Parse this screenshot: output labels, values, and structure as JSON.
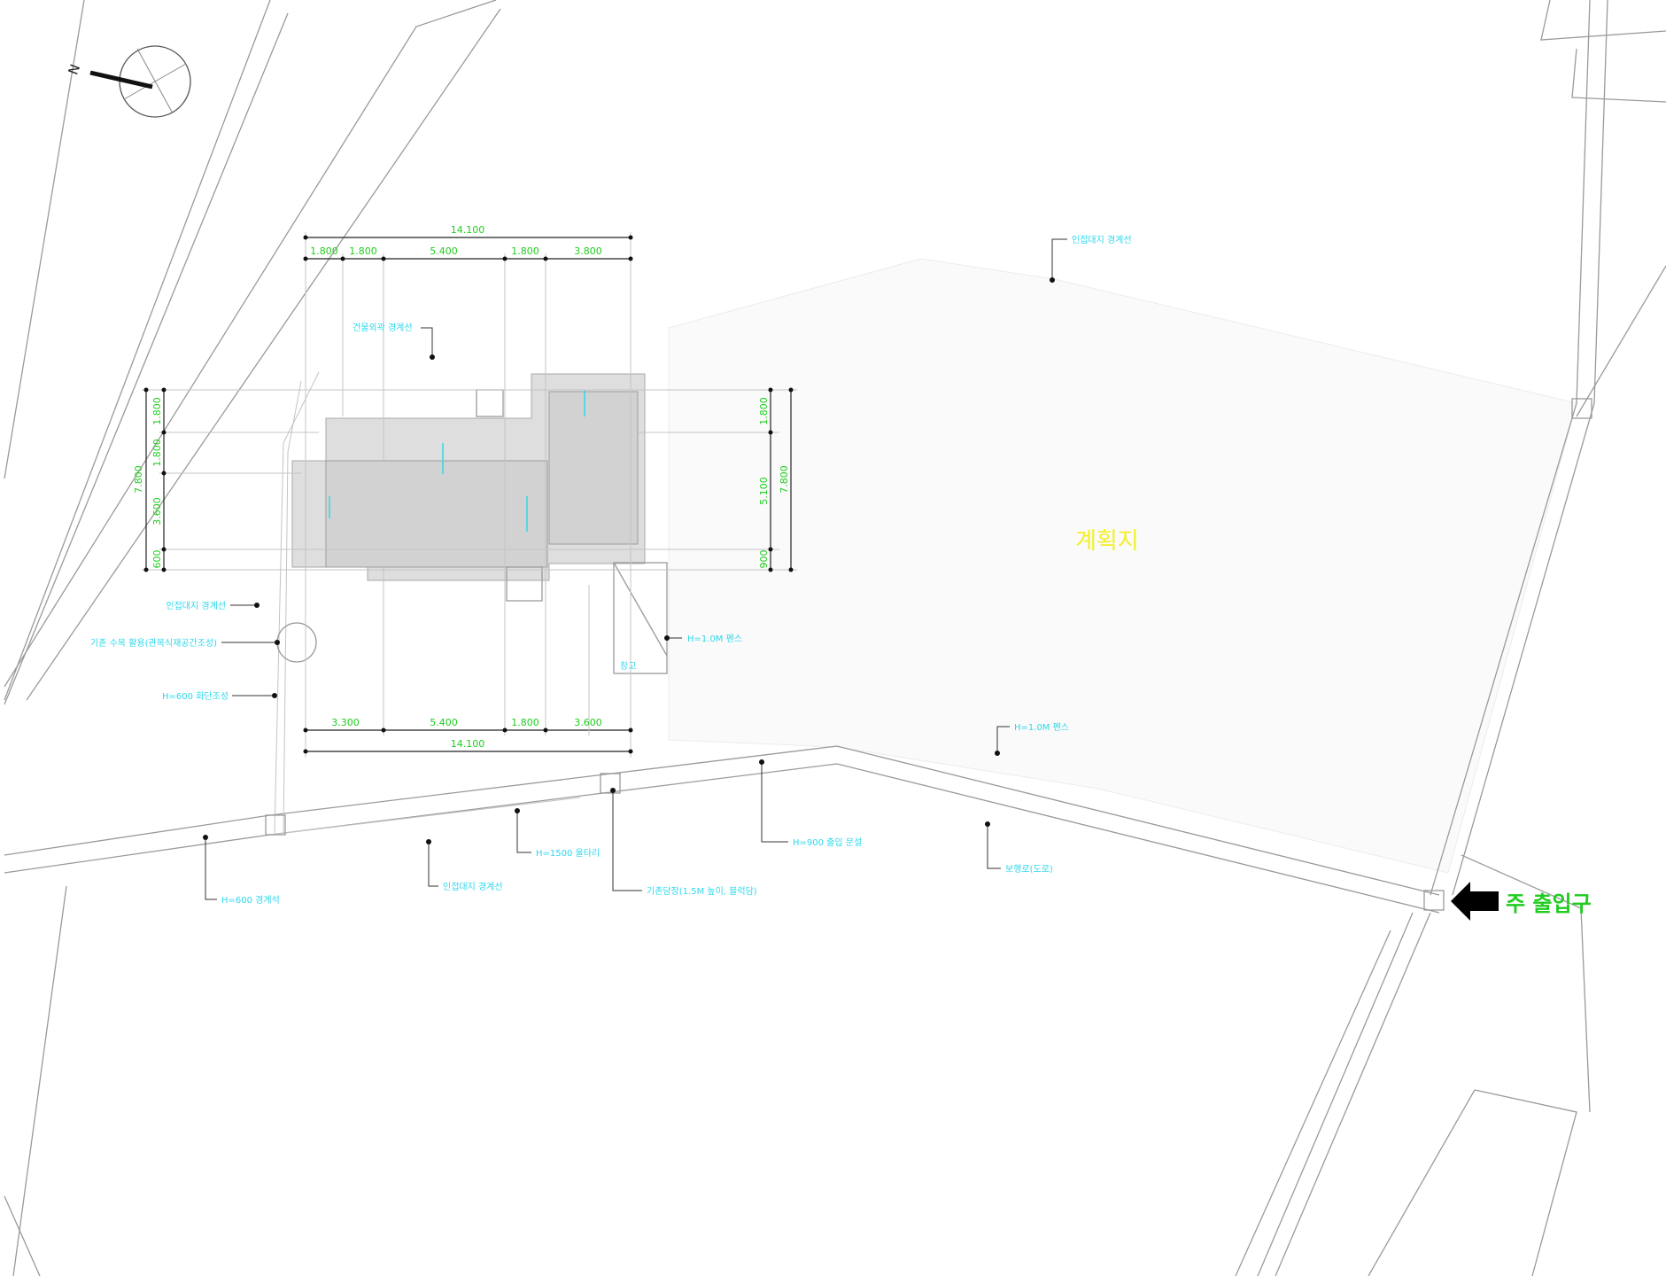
{
  "site_label": "계획지",
  "entrance_label": "주 출입구",
  "north_label": "N",
  "colors": {
    "dimension_text": "#1fcc1f",
    "annotation_text": "#2ed8ec",
    "site_label": "#f3ef2a",
    "linework": "#9a9a9a"
  },
  "dimensions": {
    "top_total": "14.100",
    "top_segments": [
      "1.800",
      "1.800",
      "5.400",
      "1.800",
      "3.800"
    ],
    "bottom_segments": [
      "3.300",
      "5.400",
      "1.800",
      "3.600"
    ],
    "bottom_total": "14.100",
    "left_total": "7.800",
    "left_segments": [
      "1.800",
      "1.800",
      "3.600",
      "600"
    ],
    "right_segments": [
      "1.800",
      "5.100",
      "900"
    ],
    "right_total": "7.800"
  },
  "annotations": [
    "인접대지 경계선",
    "건물외곽 경계선",
    "인접대지 경계선",
    "기존 수목 활용(관목식재공간조성)",
    "H=600 화단조성",
    "H=1.0M 펜스",
    "H=1.0M 펜스",
    "H=600 경계석",
    "인접대지 경계선",
    "H=1500 울타리",
    "기존담장(1.5M 높이, 블럭담)",
    "H=900 출입 문설",
    "보행로(도로)"
  ],
  "small_labels": [
    "창고"
  ]
}
